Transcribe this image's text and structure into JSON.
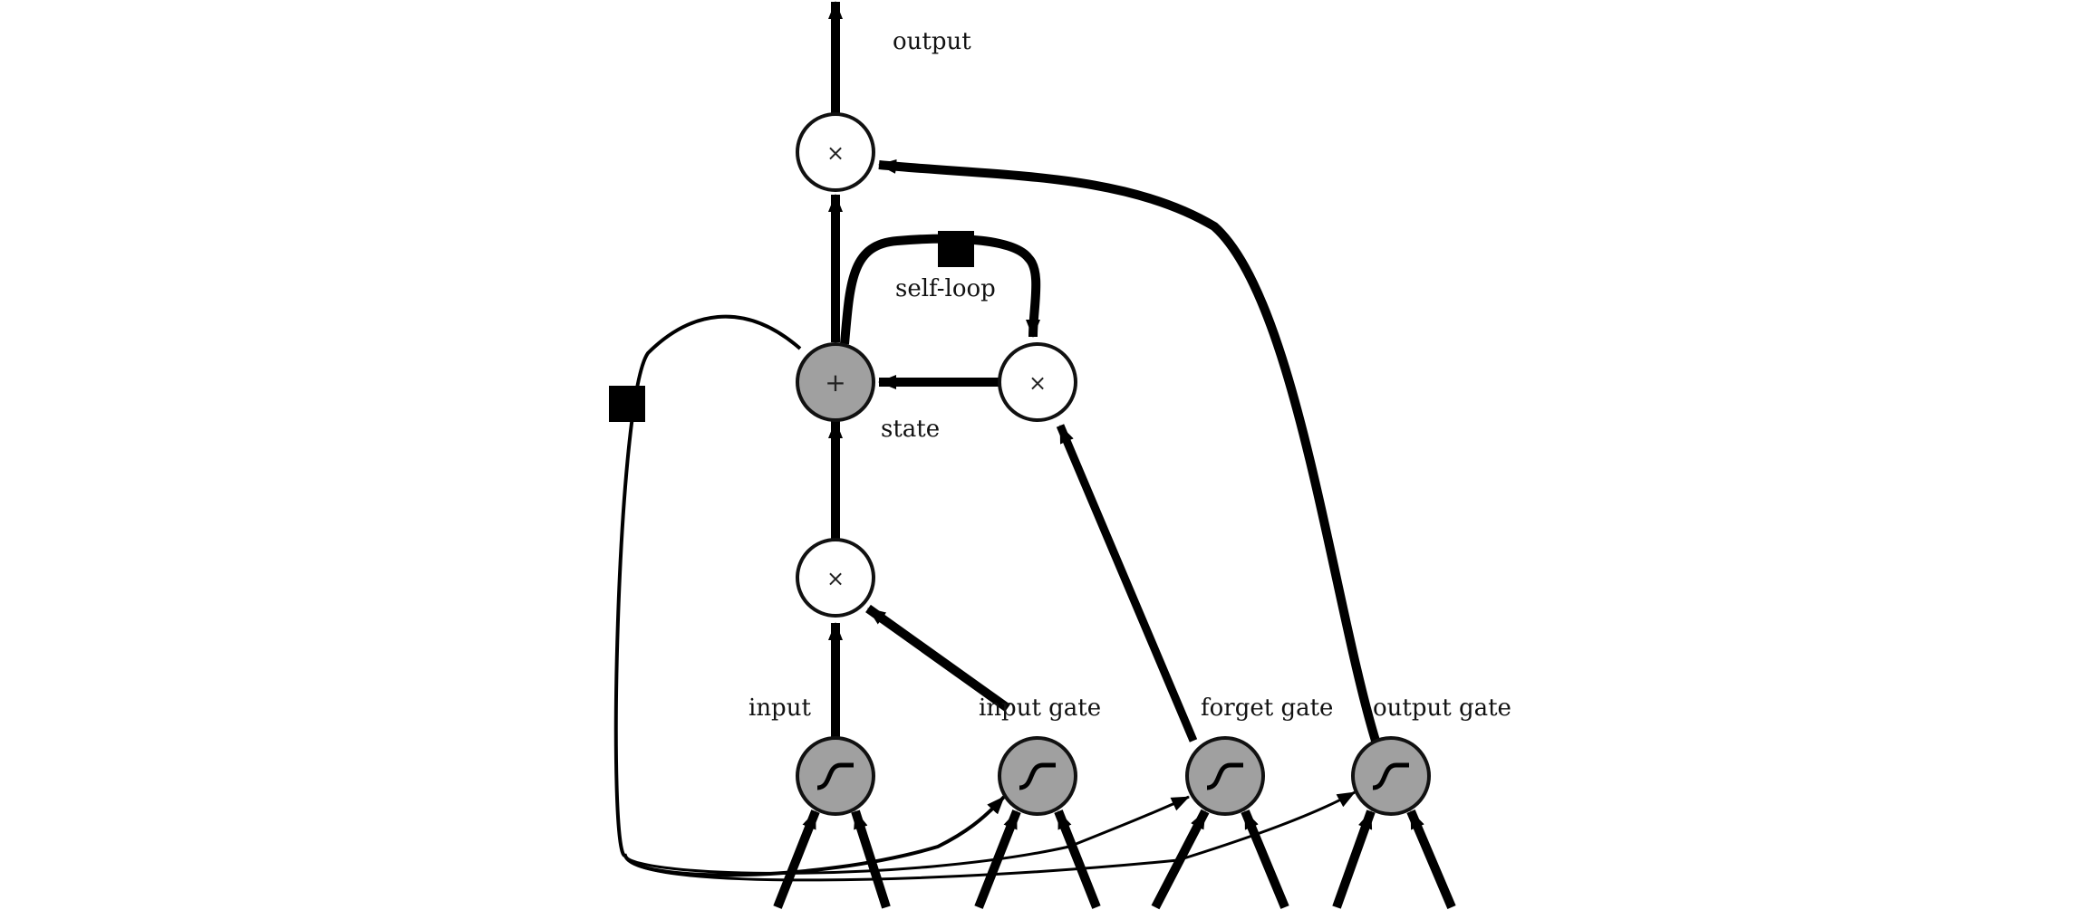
{
  "labels": {
    "output": "output",
    "self_loop": "self-loop",
    "state": "state",
    "input": "input",
    "input_gate": "input gate",
    "forget_gate": "forget gate",
    "output_gate": "output gate"
  },
  "symbols": {
    "multiply": "×",
    "add": "+"
  },
  "colors": {
    "stroke": "#000000",
    "gray_node": "#a0a0a0",
    "white_node": "#ffffff"
  }
}
